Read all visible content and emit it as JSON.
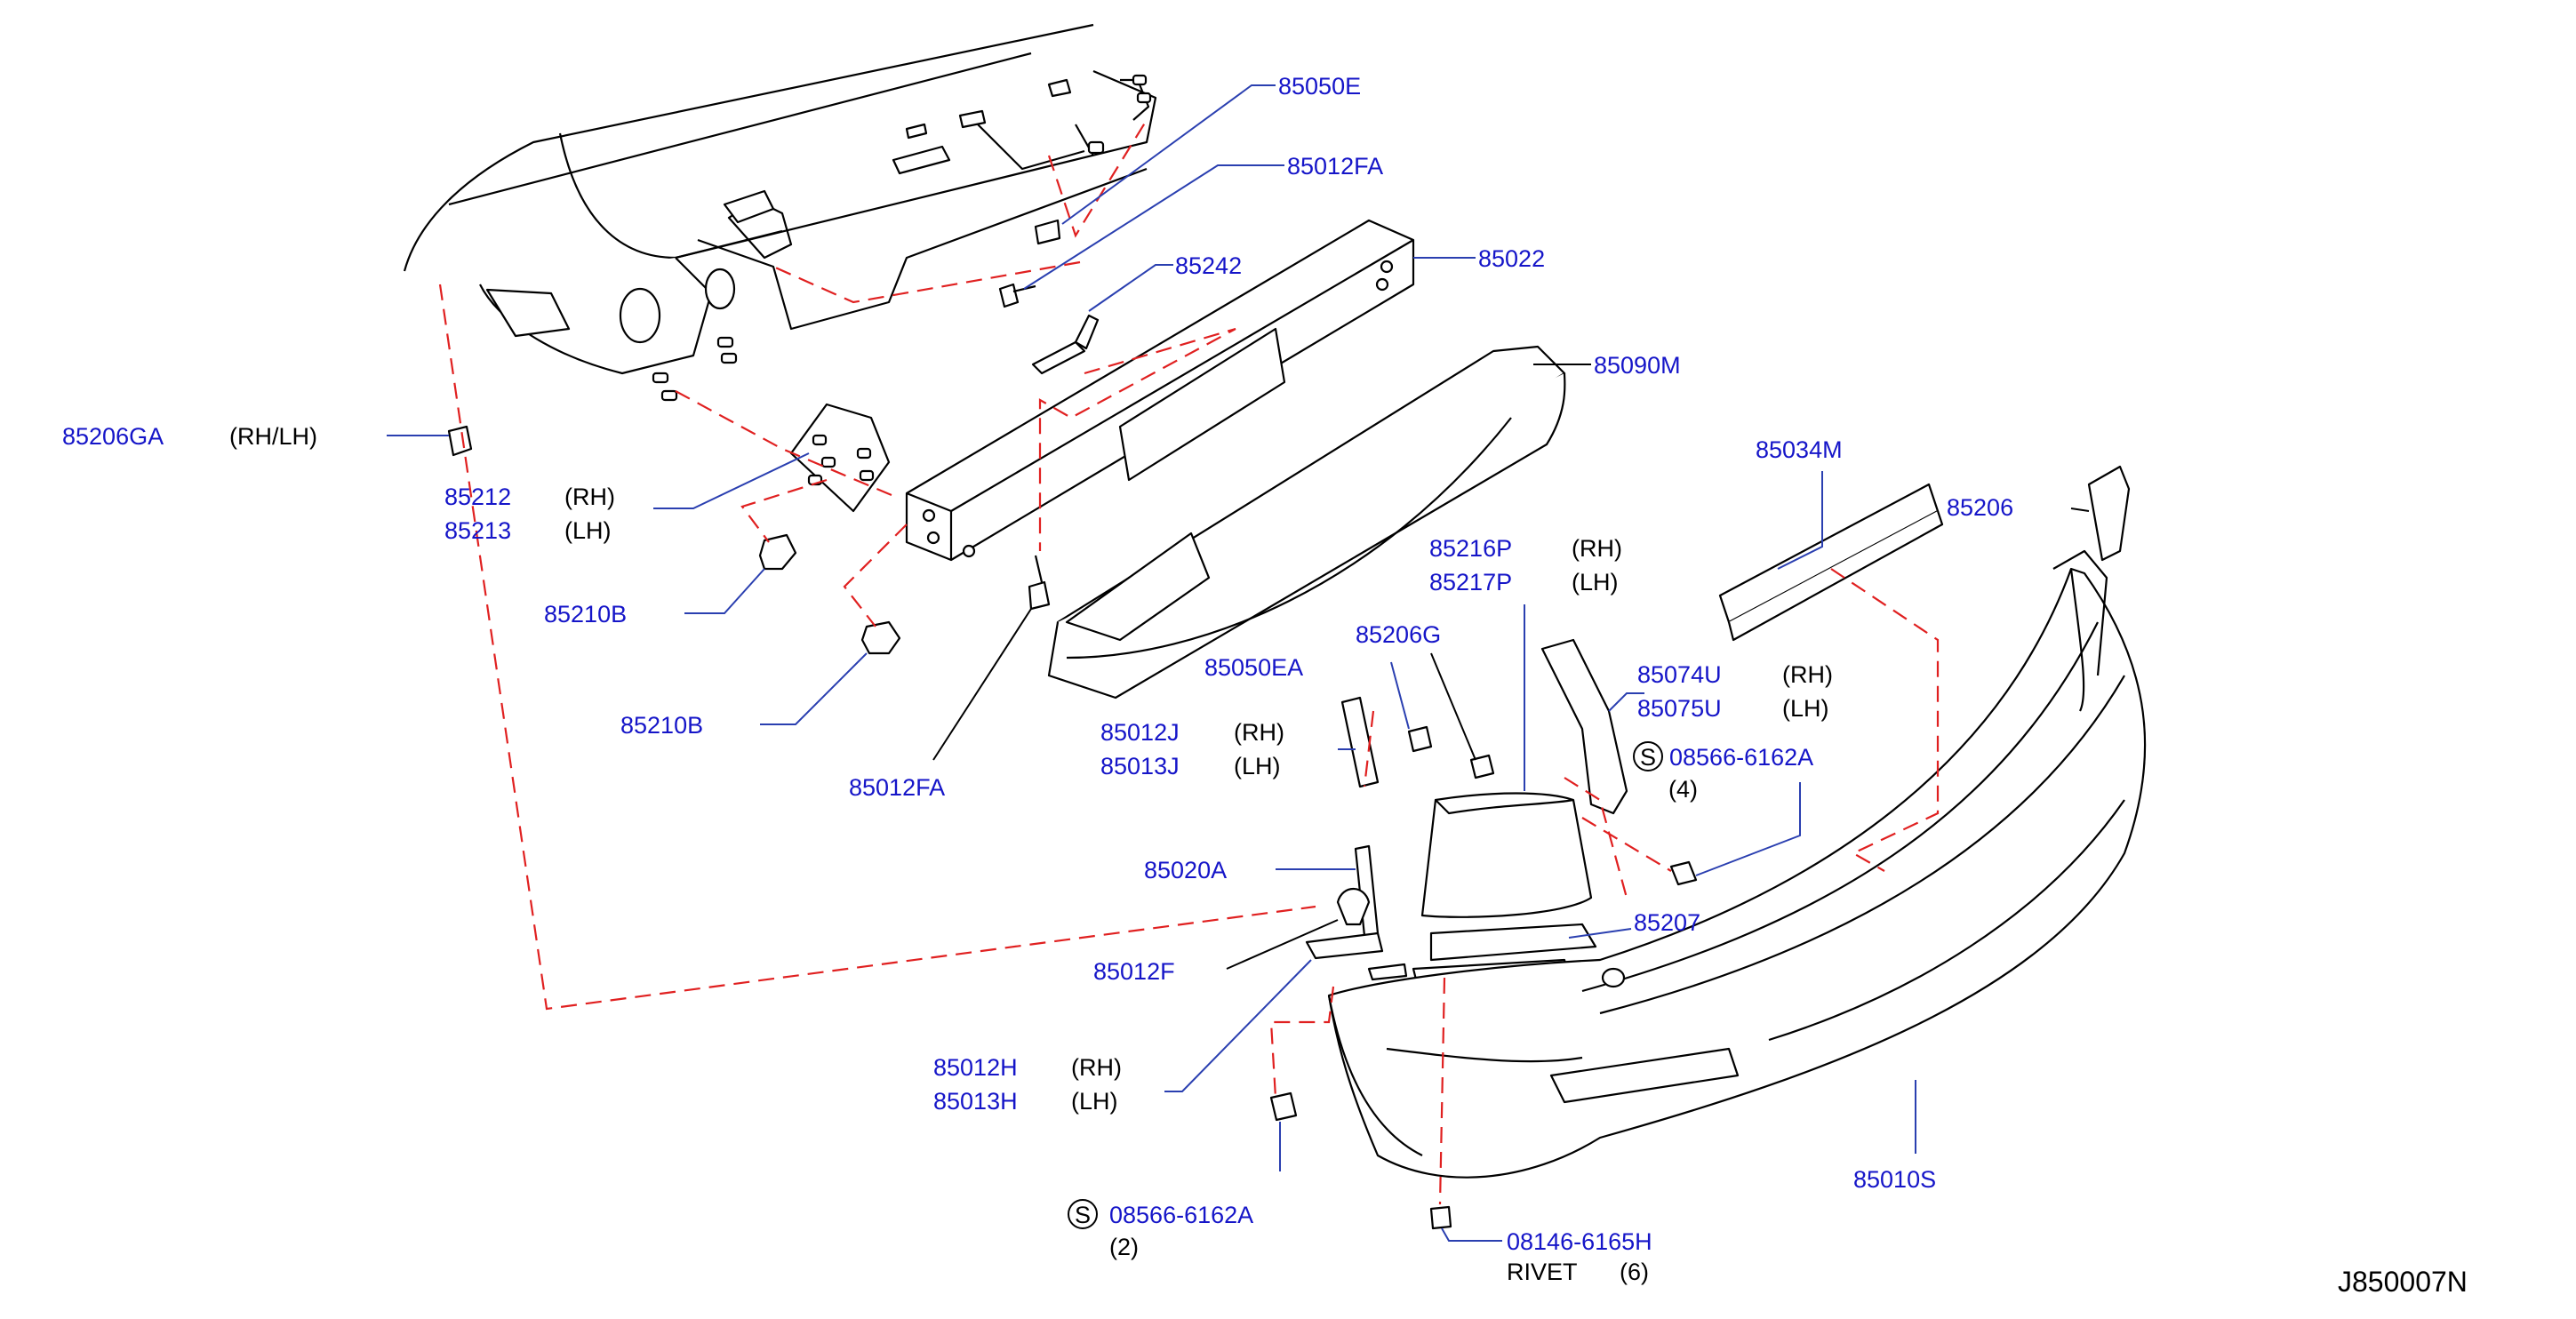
{
  "colors": {
    "part_number": "#1515c8",
    "leader": "#2a3fb0",
    "assembly_line": "#e02020",
    "drawing": "#000000"
  },
  "diagram_id": "J850007N",
  "labels": {
    "p85050E": "85050E",
    "p85012FA_top": "85012FA",
    "p85242": "85242",
    "p85022": "85022",
    "p85090M": "85090M",
    "p85206GA": "85206GA",
    "p85206GA_side": "(RH/LH)",
    "p85212": "85212",
    "p85212_side": "(RH)",
    "p85213": "85213",
    "p85213_side": "(LH)",
    "p85210B_1": "85210B",
    "p85210B_2": "85210B",
    "p85012FA_bottom": "85012FA",
    "p85034M": "85034M",
    "p85206": "85206",
    "p85216P": "85216P",
    "p85216P_side": "(RH)",
    "p85217P": "85217P",
    "p85217P_side": "(LH)",
    "p85206G": "85206G",
    "p85050EA": "85050EA",
    "p85074U": "85074U",
    "p85074U_side": "(RH)",
    "p85075U": "85075U",
    "p85075U_side": "(LH)",
    "p85012J": "85012J",
    "p85012J_side": "(RH)",
    "p85013J": "85013J",
    "p85013J_side": "(LH)",
    "p08566_right": "08566-6162A",
    "p08566_right_qty": "(4)",
    "p85020A": "85020A",
    "p85207": "85207",
    "p85012F": "85012F",
    "p85012H": "85012H",
    "p85012H_side": "(RH)",
    "p85013H": "85013H",
    "p85013H_side": "(LH)",
    "p08566_left": "08566-6162A",
    "p08566_left_qty": "(2)",
    "p08146": "08146-6165H",
    "rivet_word": "RIVET",
    "rivet_qty": "(6)",
    "p85010S": "85010S",
    "s_mark": "S"
  }
}
